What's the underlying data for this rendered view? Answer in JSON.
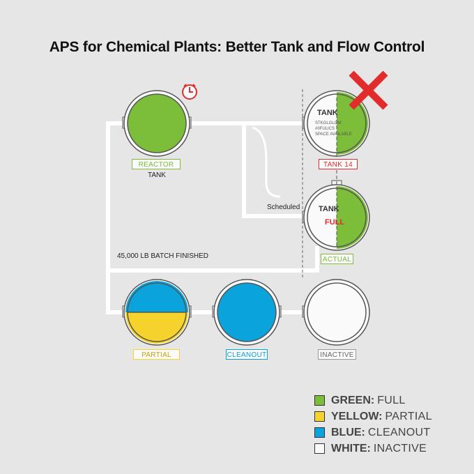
{
  "title": "APS for Chemical Plants: Better Tank and Flow Control",
  "colors": {
    "green": "#7cbd3a",
    "yellow": "#f6d32c",
    "blue": "#0aa3db",
    "white": "#f9f9f9",
    "red": "#e22c2c",
    "pipe": "#ffffff",
    "outline": "#555555"
  },
  "tanks": {
    "reactor": {
      "label": "REACTOR",
      "sublabel": "TANK",
      "icon": "clock-icon"
    },
    "tank14": {
      "label": "TANK 14",
      "inner_title": "TANK",
      "inner_lines": [
        "STKGLGLOM",
        "#0FULICS",
        "SPACE AVAILABLE"
      ],
      "icon": "cross-icon"
    },
    "actual": {
      "label": "ACTUAL",
      "inner_title": "TANK",
      "inner_status": "FULL"
    },
    "partial": {
      "label": "PARTIAL"
    },
    "cleanout": {
      "label": "CLEANOUT"
    },
    "inactive": {
      "label": "INACTIVE"
    }
  },
  "flow_labels": {
    "scheduled": "Scheduled",
    "batch": "45,000 LB BATCH FINISHED"
  },
  "legend": [
    {
      "key": "GREEN:",
      "value": "FULL",
      "color": "#7cbd3a"
    },
    {
      "key": "YELLOW:",
      "value": "PARTIAL",
      "color": "#f6d32c"
    },
    {
      "key": "BLUE:",
      "value": "CLEANOUT",
      "color": "#0aa3db"
    },
    {
      "key": "WHITE:",
      "value": "INACTIVE",
      "color": "#f9f9f9"
    }
  ]
}
